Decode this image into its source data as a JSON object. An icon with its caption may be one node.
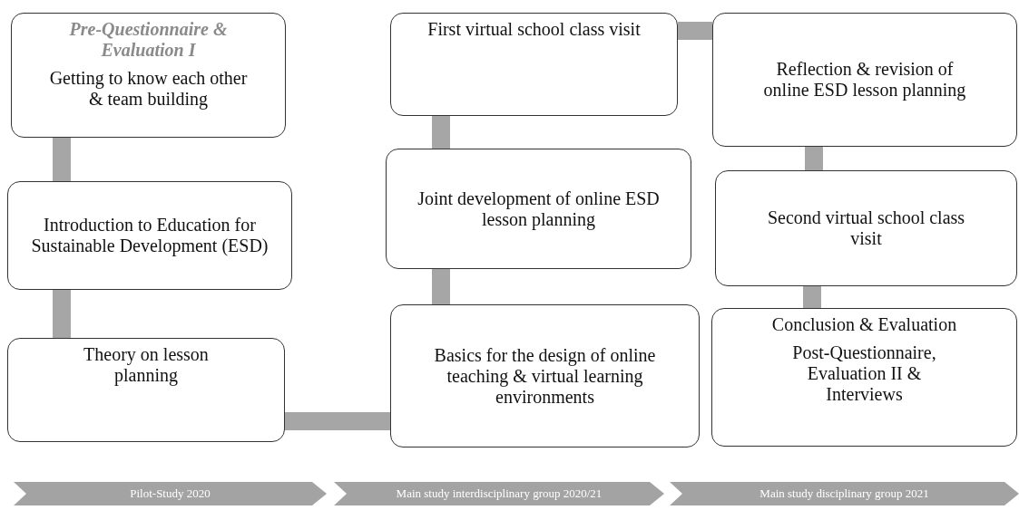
{
  "diagram": {
    "nodes": [
      {
        "text": [
          "Pre-Questionnaire & Evaluation I",
          "Getting to know each other & team building"
        ]
      },
      {
        "text": [
          "Introduction to Education for Sustainable Development (ESD)"
        ]
      },
      {
        "text": [
          "Theory on lesson planning"
        ]
      },
      {
        "text": [
          "Basics for the design of online teaching & virtual learning environments"
        ]
      },
      {
        "text": [
          "Joint development of online ESD lesson planning"
        ]
      },
      {
        "text": [
          "First virtual school class visit"
        ]
      },
      {
        "text": [
          "Reflection & revision of online ESD lesson planning"
        ]
      },
      {
        "text": [
          "Second virtual school class visit"
        ]
      },
      {
        "text": [
          "Conclusion & Evaluation",
          "Post-Questionnaire, Evaluation II & Interviews"
        ]
      },
      {
        "text": [
          "Pilot-Study 2020"
        ]
      },
      {
        "text": [
          "Main study interdisciplinary group 2020/21"
        ]
      },
      {
        "text": [
          "Main study disciplinary group 2021"
        ]
      }
    ],
    "edges": [
      {
        "from": 0,
        "to": 1,
        "arrow": "none"
      },
      {
        "from": 1,
        "to": 2,
        "arrow": "none"
      },
      {
        "from": 2,
        "to": 3,
        "arrow": "none"
      },
      {
        "from": 3,
        "to": 4,
        "arrow": "none"
      },
      {
        "from": 4,
        "to": 5,
        "arrow": "none"
      },
      {
        "from": 5,
        "to": 6,
        "arrow": "none"
      },
      {
        "from": 6,
        "to": 7,
        "arrow": "none"
      },
      {
        "from": 7,
        "to": 8,
        "arrow": "none"
      }
    ]
  }
}
